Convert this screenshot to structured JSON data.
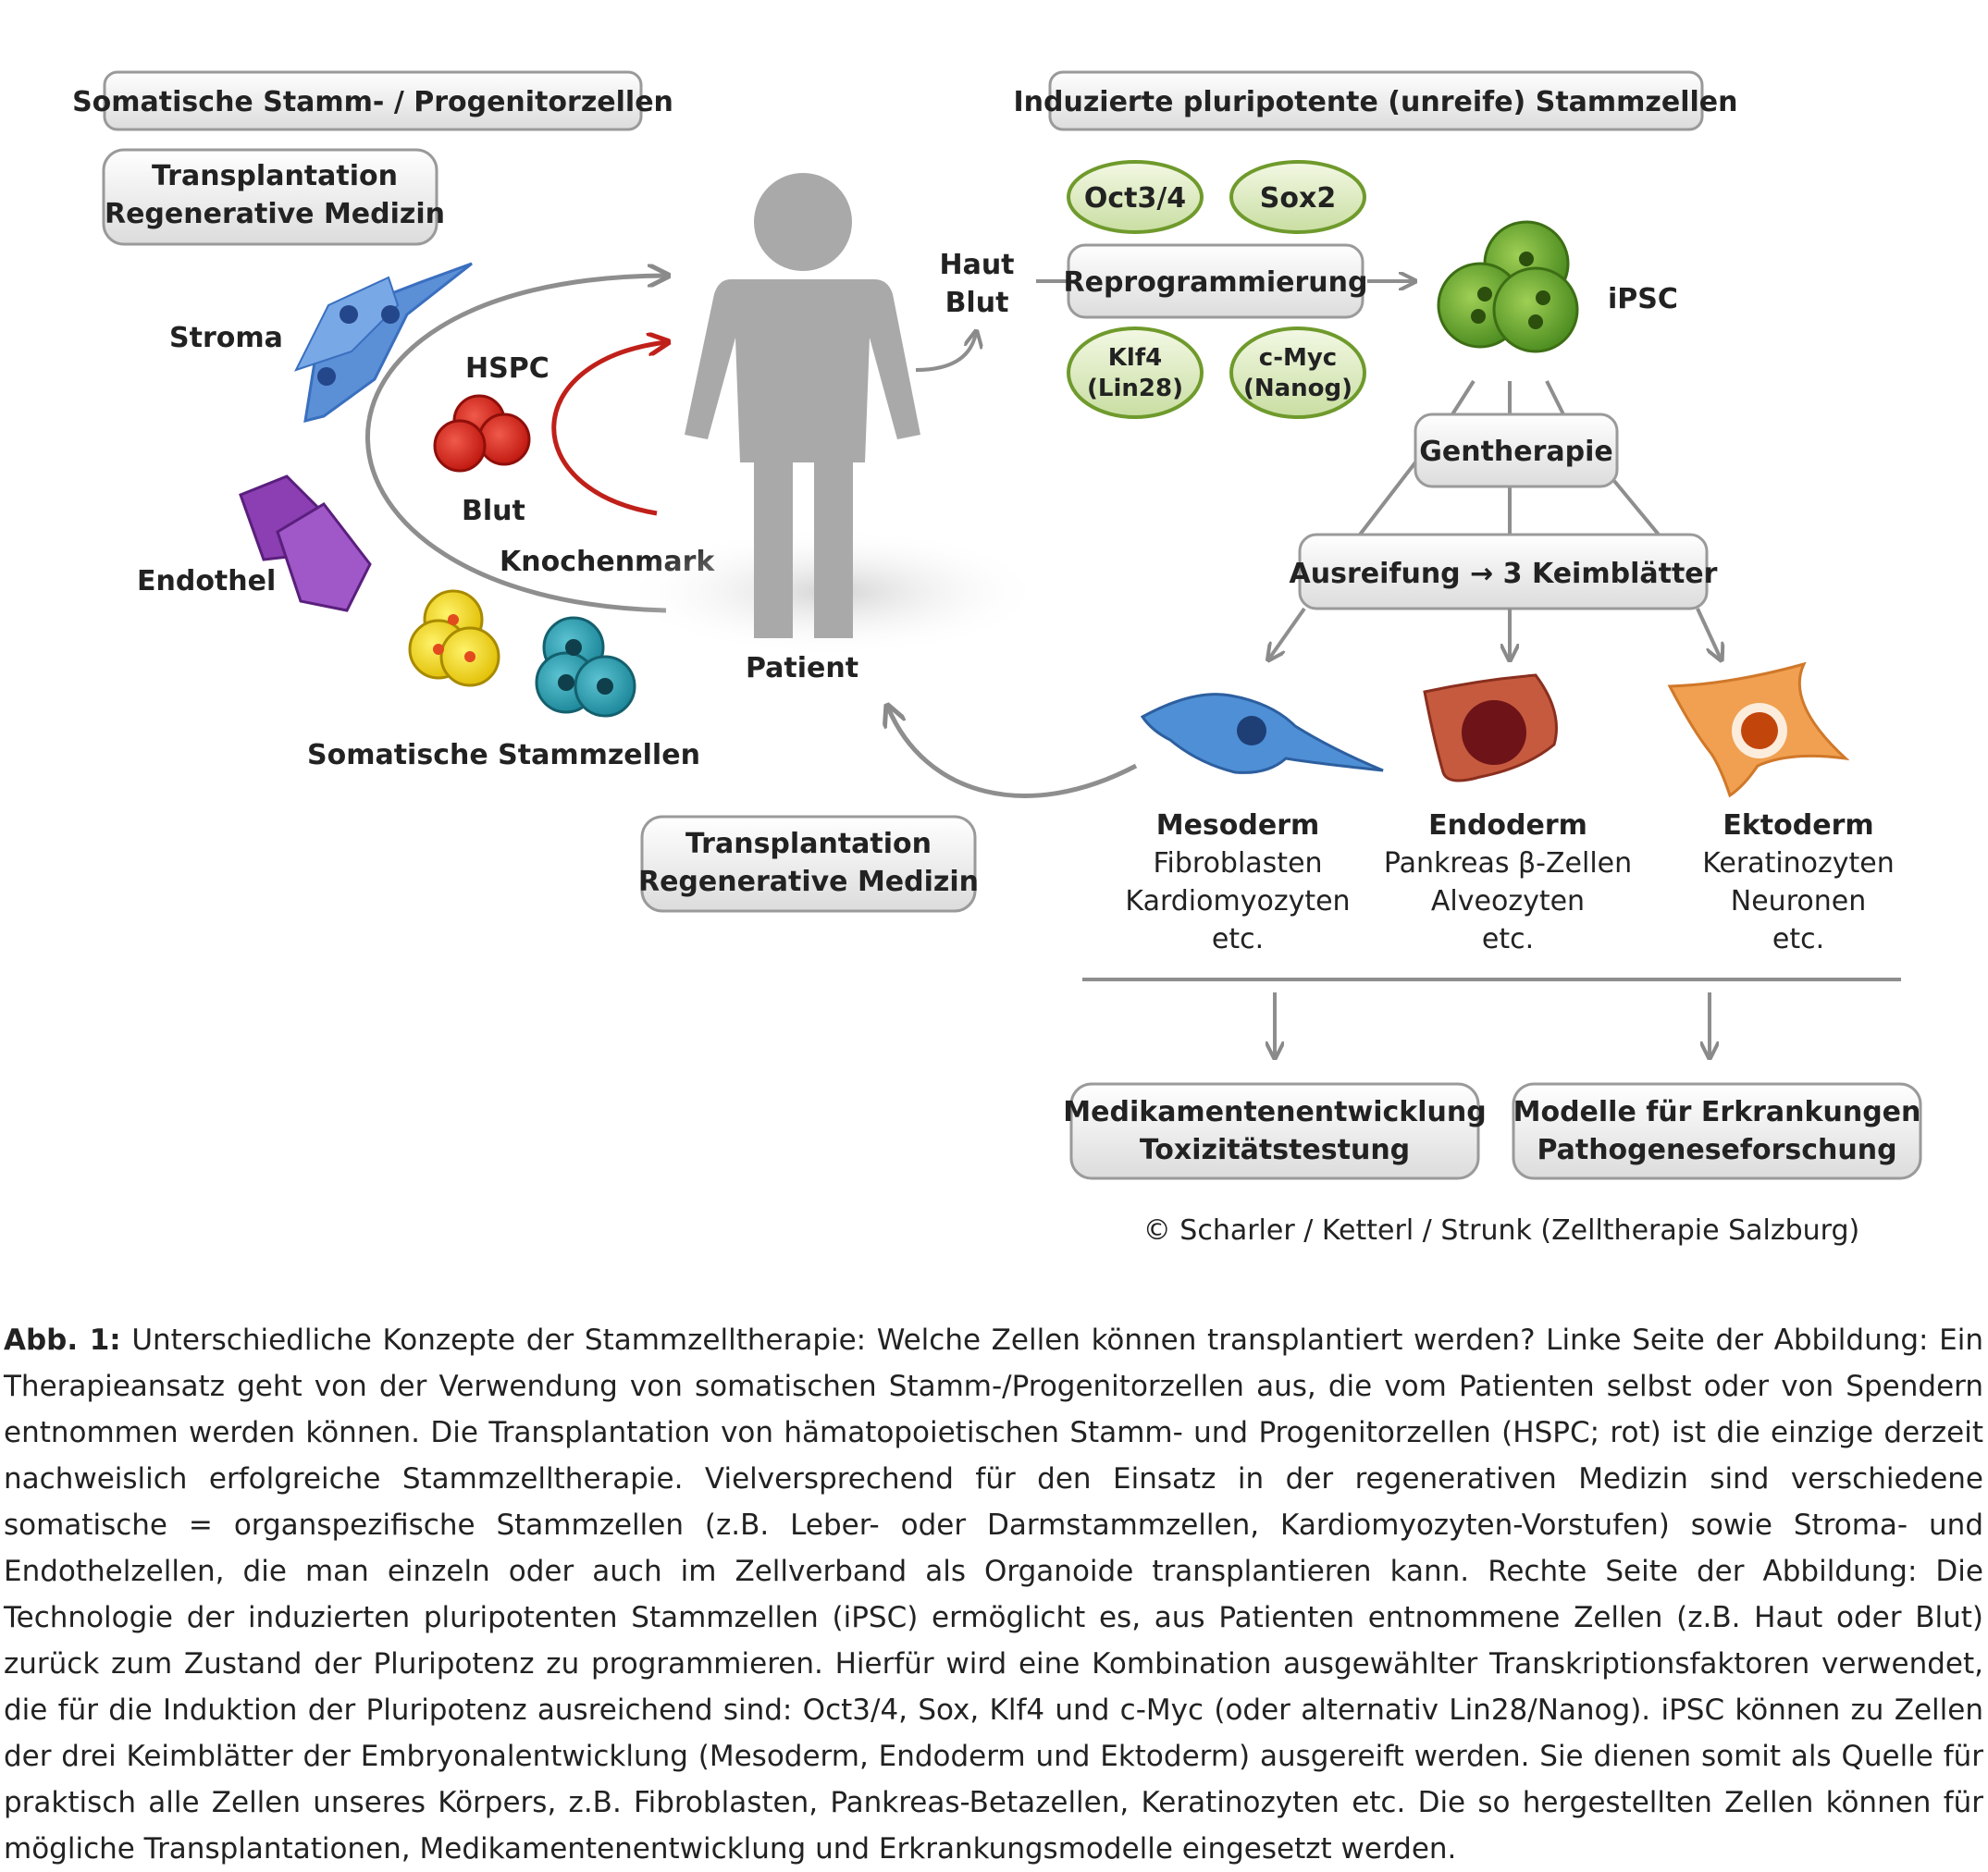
{
  "left": {
    "header": "Somatische Stamm- / Progenitorzellen",
    "box_line1": "Transplantation",
    "box_line2": "Regenerative Medizin",
    "stroma": "Stroma",
    "hspc": "HSPC",
    "blut": "Blut",
    "knochenmark": "Knochenmark",
    "endothel": "Endothel",
    "somatic": "Somatische Stammzellen"
  },
  "patient": "Patient",
  "right": {
    "header": "Induzierte pluripotente (unreife) Stammzellen",
    "haut": "Haut",
    "blut": "Blut",
    "factors": {
      "oct": "Oct3/4",
      "sox": "Sox2",
      "klf_1": "Klf4",
      "klf_2": "(Lin28)",
      "myc_1": "c-Myc",
      "myc_2": "(Nanog)"
    },
    "reprogrammierung": "Reprogrammierung",
    "ipsc": "iPSC",
    "gentherapie": "Gentherapie",
    "ausreifung": "Ausreifung → 3 Keimblätter",
    "germ_layers": [
      {
        "title": "Mesoderm",
        "lines": [
          "Fibroblasten",
          "Kardiomyozyten",
          "etc."
        ]
      },
      {
        "title": "Endoderm",
        "lines": [
          "Pankreas β-Zellen",
          "Alveozyten",
          "etc."
        ]
      },
      {
        "title": "Ektoderm",
        "lines": [
          "Keratinozyten",
          "Neuronen",
          "etc."
        ]
      }
    ],
    "box2_line1": "Transplantation",
    "box2_line2": "Regenerative Medizin",
    "drug_line1": "Medikamentenentwicklung",
    "drug_line2": "Toxizitätstestung",
    "model_line1": "Modelle für Erkrankungen",
    "model_line2": "Pathogeneseforschung",
    "copyright": "© Scharler / Ketterl / Strunk (Zelltherapie Salzburg)"
  },
  "caption": {
    "label": "Abb. 1:",
    "text": "Unterschiedliche Konzepte der Stammzelltherapie: Welche Zellen können transplantiert werden? Linke Seite der Abbildung: Ein Therapieansatz geht von der Verwendung von somatischen Stamm-/Progenitorzellen aus, die vom Patienten selbst oder von Spendern entnommen werden können. Die Transplantation von hämatopoietischen Stamm- und Progenitorzellen (HSPC; rot) ist die einzige derzeit nachweislich erfolgreiche Stammzelltherapie. Vielversprechend für den Einsatz in der regenerativen Medizin sind verschiedene somatische = organspezifische Stammzellen (z.B. Leber- oder Darmstammzellen, Kardiomyozyten-Vorstufen) sowie Stroma- und Endothelzellen, die man einzeln oder auch im Zellverband als Organoide transplantieren kann.  Rechte Seite der Abbildung: Die Technologie der induzierten pluripotenten Stammzellen (iPSC) ermöglicht es, aus Patienten entnommene Zellen (z.B. Haut oder Blut) zurück zum Zustand der Pluripotenz zu programmieren. Hierfür wird eine Kombination ausgewählter Transkriptionsfaktoren verwendet, die für die Induktion der Pluripotenz ausreichend sind: Oct3/4, Sox, Klf4 und c-Myc (oder alternativ Lin28/Nanog). iPSC können zu Zellen der drei Keimblätter der Embryonalentwicklung (Mesoderm, Endoderm und Ektoderm) ausgereift werden. Sie dienen somit als Quelle für praktisch alle Zellen unseres Körpers, z.B. Fibroblasten, Pankreas-Betazellen, Keratinozyten etc. Die so hergestellten Zellen können für mögliche Transplantationen, Medikamentenentwicklung und Erkrankungsmodelle eingesetzt werden."
  }
}
